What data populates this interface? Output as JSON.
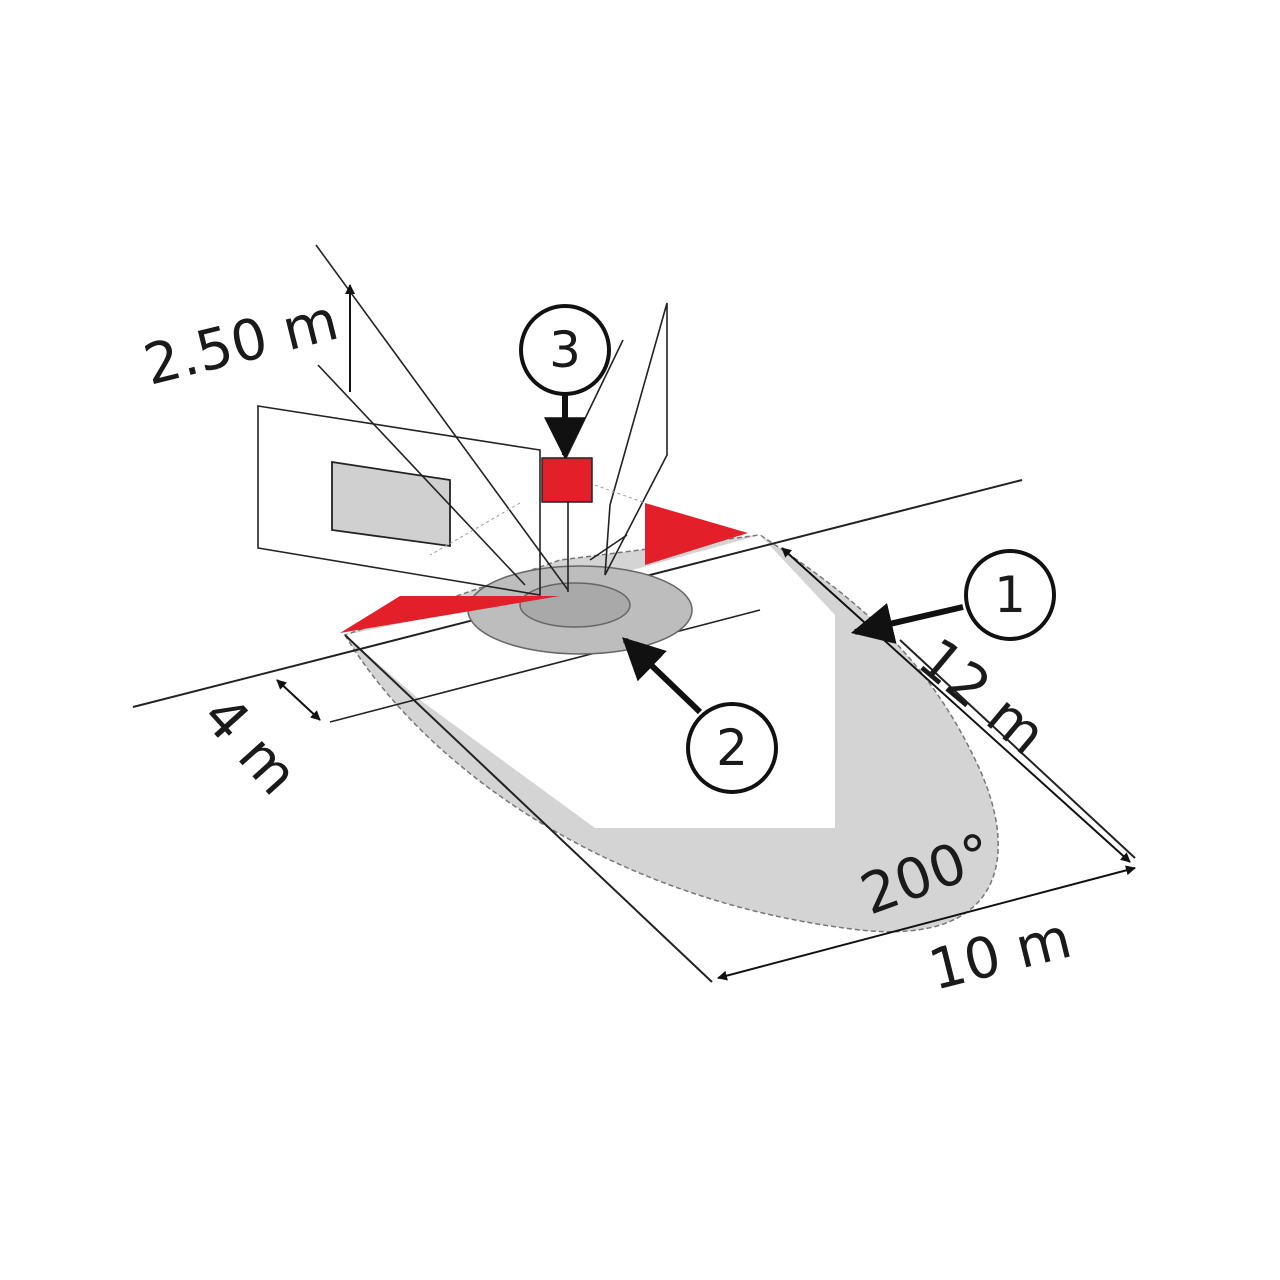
{
  "labels": {
    "height": "2.50 m",
    "width_side": "4 m",
    "range_length": "12 m",
    "range_width": "10 m",
    "angle": "200°"
  },
  "callouts": {
    "c1": "1",
    "c2": "2",
    "c3": "3"
  },
  "colors": {
    "accent": "#e3202a",
    "zone_gray": "#d4d4d4",
    "inner_gray": "#bdbdbd",
    "core_gray": "#a9a9a9",
    "wall_gray": "#d0d0d0",
    "line": "#222222"
  }
}
